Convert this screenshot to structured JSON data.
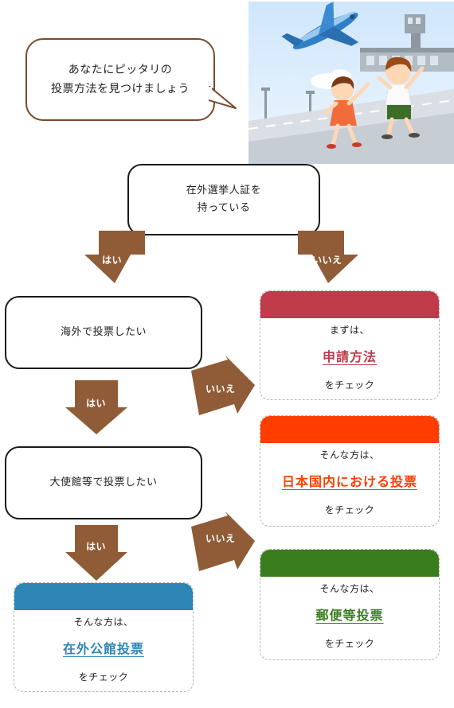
{
  "intro": {
    "line1": "あなたにピッタリの",
    "line2": "投票方法を見つけましょう"
  },
  "questions": {
    "q1_line1": "在外選挙人証を",
    "q1_line2": "持っている",
    "q2": "海外で投票したい",
    "q3": "大使館等で投票したい"
  },
  "answers": {
    "yes": "はい",
    "no": "いいえ"
  },
  "results": {
    "apply": {
      "intro": "まずは、",
      "link": "申請方法",
      "check": "をチェック",
      "color": "#bf3b4a"
    },
    "japan": {
      "intro": "そんな方は、",
      "link": "日本国内における投票",
      "check": "をチェック",
      "color": "#ff3d00"
    },
    "postal": {
      "intro": "そんな方は、",
      "link": "郵便等投票",
      "check": "をチェック",
      "color": "#3a7d1e"
    },
    "embassy": {
      "intro": "そんな方は、",
      "link": "在外公館投票",
      "check": "をチェック",
      "color": "#2d86b5"
    }
  },
  "arrow_color": "#8f5c37"
}
